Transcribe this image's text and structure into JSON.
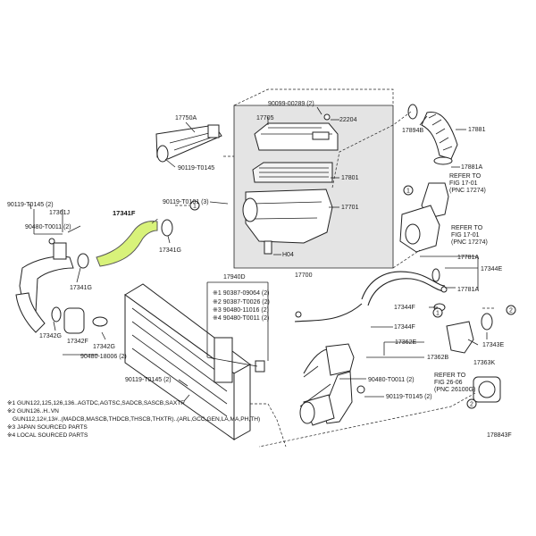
{
  "highlight_color": "#d8f27a",
  "panel_fill": "#e4e4e4",
  "labels": {
    "p17750A": "17750A",
    "p17705": "17705",
    "p90099": "90099-00289 (2)",
    "p22204": "22204",
    "p17894B": "17894B",
    "p17881": "17881",
    "p17881A": "17881A",
    "p90119_145a": "90119-T0145",
    "p17801": "17801",
    "p17701": "17701",
    "p90119_101": "90119-T0101 (3)",
    "pH04": "H04",
    "p17700": "17700",
    "p90119_145b": "90119-T0145 (2)",
    "p17361J": "17361J",
    "p90480_011a": "90480-T0011 (2)",
    "p17341F": "17341F",
    "p17341G_a": "17341G",
    "p17341G_b": "17341G",
    "p17940D": "17940D",
    "p190387": "※1 90387-09064 (2)",
    "p290387": "※2 90387-T0026 (2)",
    "p390480": "※3 90480-11016 (2)",
    "p490480": "※4 90480-T0011 (2)",
    "p17342G_a": "17342G",
    "p17342F": "17342F",
    "p17342G_b": "17342G",
    "p90480_18006": "90480-18006 (2)",
    "p90119_145c": "90119-T0145 (2)",
    "p17781A_a": "17781A",
    "p17344E": "17344E",
    "p17781A_b": "17781A",
    "p17344F_a": "17344F",
    "p17344F_b": "17344F",
    "p17362E": "17362E",
    "p17362B": "17362B",
    "p90480_011b": "90480-T0011 (2)",
    "p90119_145d": "90119-T0145 (2)",
    "p17343E": "17343E",
    "p17363K": "17363K",
    "refer1_a": "REFER TO",
    "refer1_b": "FIG 17-01",
    "refer1_c": "(PNC 17274)",
    "refer2_a": "REFER TO",
    "refer2_b": "FIG 17-01",
    "refer2_c": "(PNC 17274)",
    "refer3_a": "REFER TO",
    "refer3_b": "FIG 26-06",
    "refer3_c": "(PNC 26100G)",
    "circle1": "1",
    "circle2": "1",
    "circle3": "1",
    "circle4": "2",
    "circle5": "2"
  },
  "notes": {
    "n1": "※1 GUN122,125,126,136..AGTDC,AGTSC,SADCB,SASCB,SAXTR",
    "n2a": "※2 GUN126..H..VN",
    "n2b": "GUN112,12#,13#..(MADCB,MASCB,THDCB,THSCB,THXTR)..(ARL,GCC,GEN,LA,MA,PH,TH)",
    "n3": "※3 JAPAN SOURCED PARTS",
    "n4": "※4 LOCAL SOURCED PARTS",
    "figno": "178843F"
  }
}
